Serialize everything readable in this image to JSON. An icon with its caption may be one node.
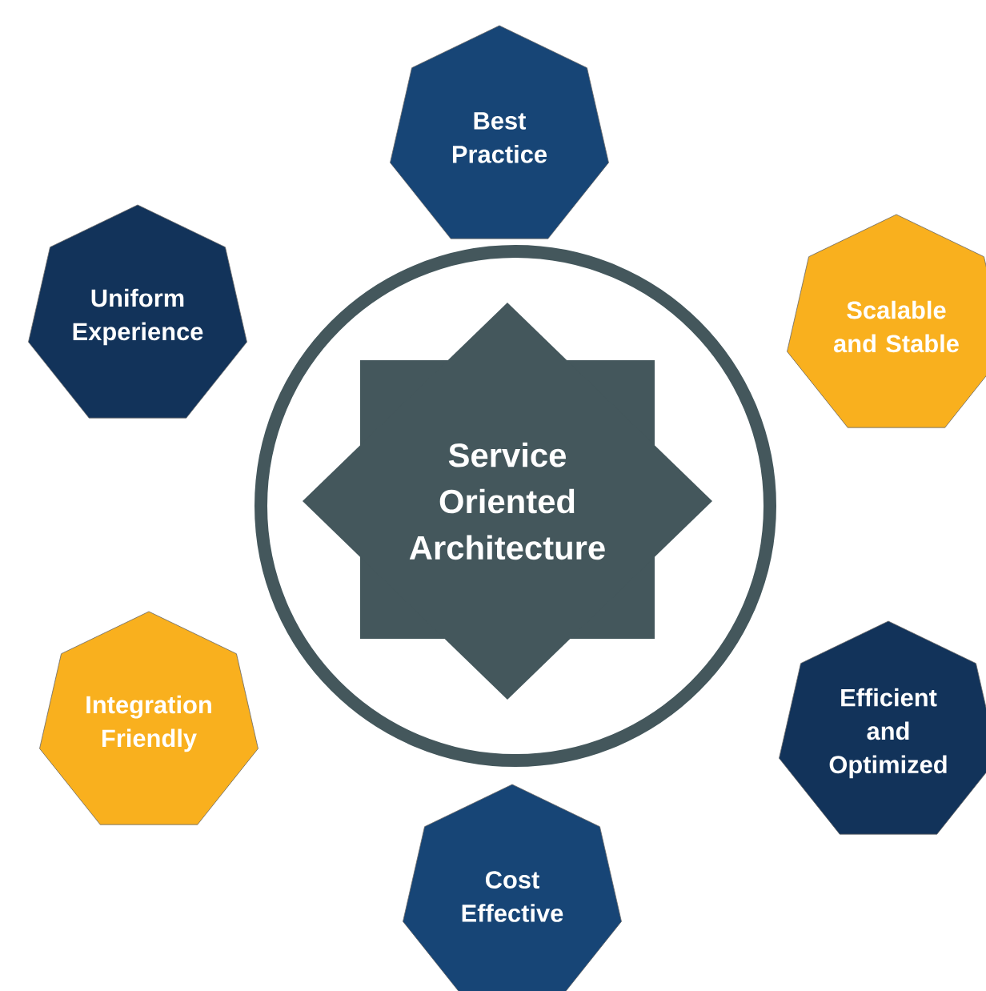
{
  "diagram": {
    "nodes": [
      {
        "text": [],
        "shape": "circle"
      },
      {
        "text": [
          "Service Oriented Architecture"
        ],
        "in": 0
      },
      {
        "text": [
          "Best Practice"
        ]
      },
      {
        "text": [
          "Uniform Experience"
        ]
      },
      {
        "text": [
          "Scalable and Stable"
        ]
      },
      {
        "text": [
          "Integration Friendly"
        ]
      },
      {
        "text": [
          "Efficient and Optimized"
        ]
      },
      {
        "text": [
          "Cost Effective"
        ]
      }
    ]
  }
}
